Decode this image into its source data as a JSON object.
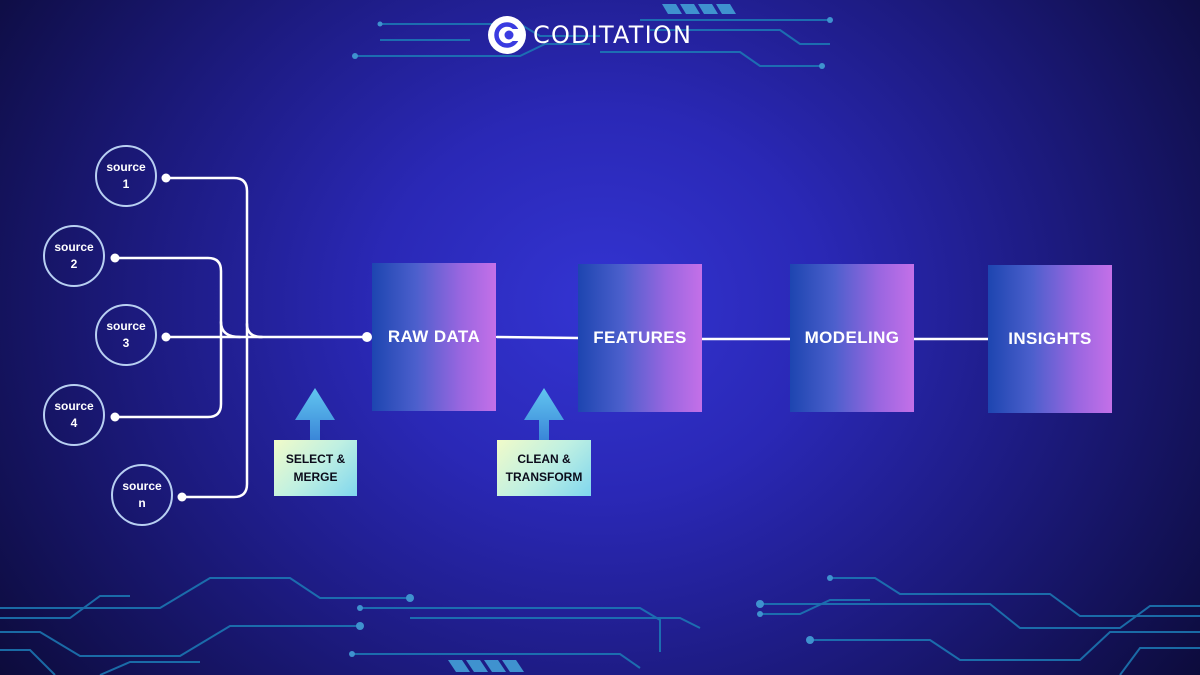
{
  "brand": {
    "name": "CODITATION"
  },
  "sources": [
    {
      "line1": "source",
      "line2": "1"
    },
    {
      "line1": "source",
      "line2": "2"
    },
    {
      "line1": "source",
      "line2": "3"
    },
    {
      "line1": "source",
      "line2": "4"
    },
    {
      "line1": "source",
      "line2": "n"
    }
  ],
  "stages": [
    {
      "label": "RAW DATA"
    },
    {
      "label": "FEATURES"
    },
    {
      "label": "MODELING"
    },
    {
      "label": "INSIGHTS"
    }
  ],
  "steps": [
    {
      "line1": "SELECT &",
      "line2": "MERGE"
    },
    {
      "line1": "CLEAN &",
      "line2": "TRANSFORM"
    }
  ],
  "colors": {
    "background": "#2a28b6",
    "stage_gradient_start": "#1d45b0",
    "stage_gradient_end": "#c470e8",
    "connector": "#ffffff",
    "source_border": "#b8cff2",
    "step_arrow": "#5cc0ee",
    "circuit": "#1c7bb6"
  }
}
